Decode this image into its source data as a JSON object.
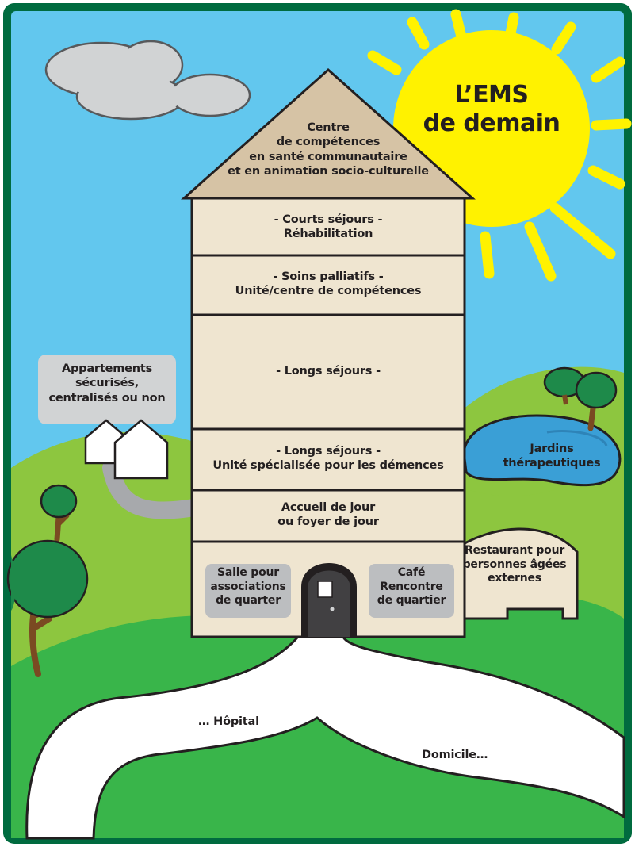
{
  "title": {
    "line1": "L’EMS",
    "line2": "de demain"
  },
  "house": {
    "roof": {
      "line1": "Centre",
      "line2": "de compétences",
      "line3": "en santé communautaire",
      "line4": "et en animation socio-culturelle"
    },
    "floors": [
      {
        "line1": "- Courts séjours -",
        "line2": "Réhabilitation"
      },
      {
        "line1": "- Soins palliatifs -",
        "line2": "Unité/centre de compétences"
      },
      {
        "line1": "- Longs séjours -",
        "line2": ""
      },
      {
        "line1": "- Longs séjours -",
        "line2": "Unité spécialisée pour les démences"
      },
      {
        "line1": "Accueil de jour",
        "line2": "ou foyer de jour"
      }
    ],
    "ground_floor": {
      "left_room": {
        "line1": "Salle pour",
        "line2": "associations",
        "line3": "de quarter"
      },
      "right_room": {
        "line1": "Café",
        "line2": "Rencontre",
        "line3": "de quartier"
      }
    }
  },
  "annex": {
    "restaurant": {
      "line1": "Restaurant pour",
      "line2": "personnes âgées",
      "line3": "externes"
    }
  },
  "apartments": {
    "line1": "Appartements",
    "line2": "sécurisés,",
    "line3": "centralisés ou non"
  },
  "gardens": {
    "line1": "Jardins",
    "line2": "thérapeutiques"
  },
  "roads": {
    "hospital": "… Hôpital",
    "home": "Domicile…"
  },
  "colors": {
    "frame": "#006b3f",
    "sky": "#62c7ee",
    "hill_light": "#8dc63f",
    "hill_dark": "#39b54a",
    "house_wall": "#efe5d0",
    "roof": "#d6c3a5",
    "sun": "#fff200",
    "pond": "#3a9fd6",
    "tree_leaf": "#1e8a4a",
    "tree_trunk": "#7a4a22",
    "label_box": "#d1d3d4",
    "road": "#ffffff"
  }
}
